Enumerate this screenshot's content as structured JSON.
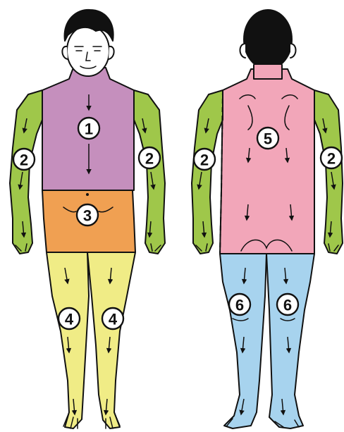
{
  "colors": {
    "zone_1": "#c58fbd",
    "zone_2": "#9fc74a",
    "zone_3": "#f0a052",
    "zone_4": "#f0ec86",
    "zone_5": "#f2a6b9",
    "zone_6": "#a7d3ee",
    "skin": "#ffffff",
    "hair": "#111111",
    "outline": "#111111"
  },
  "front_figure": {
    "labels": [
      "1",
      "2",
      "2",
      "3",
      "4",
      "4"
    ]
  },
  "back_figure": {
    "labels": [
      "5",
      "2",
      "2",
      "6",
      "6"
    ]
  }
}
